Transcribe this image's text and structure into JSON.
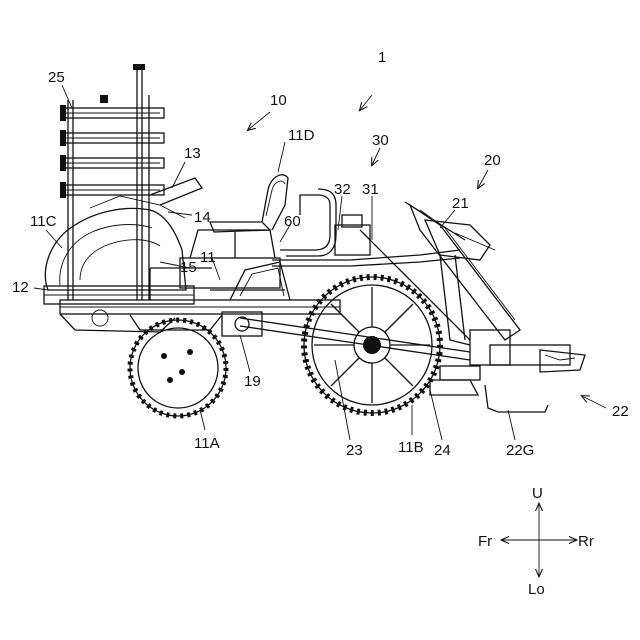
{
  "labels": {
    "l1": "1",
    "l10": "10",
    "l11D": "11D",
    "l13": "13",
    "l25": "25",
    "l14": "14",
    "l11C": "11C",
    "l12": "12",
    "l15": "15",
    "l11": "11",
    "l60": "60",
    "l32": "32",
    "l31": "31",
    "l30": "30",
    "l20": "20",
    "l21": "21",
    "l19": "19",
    "l11A": "11A",
    "l23": "23",
    "l11B": "11B",
    "l24": "24",
    "l22G": "22G",
    "l22": "22"
  },
  "compass": {
    "up": "U",
    "front": "Fr",
    "rear": "Rr",
    "low": "Lo"
  }
}
